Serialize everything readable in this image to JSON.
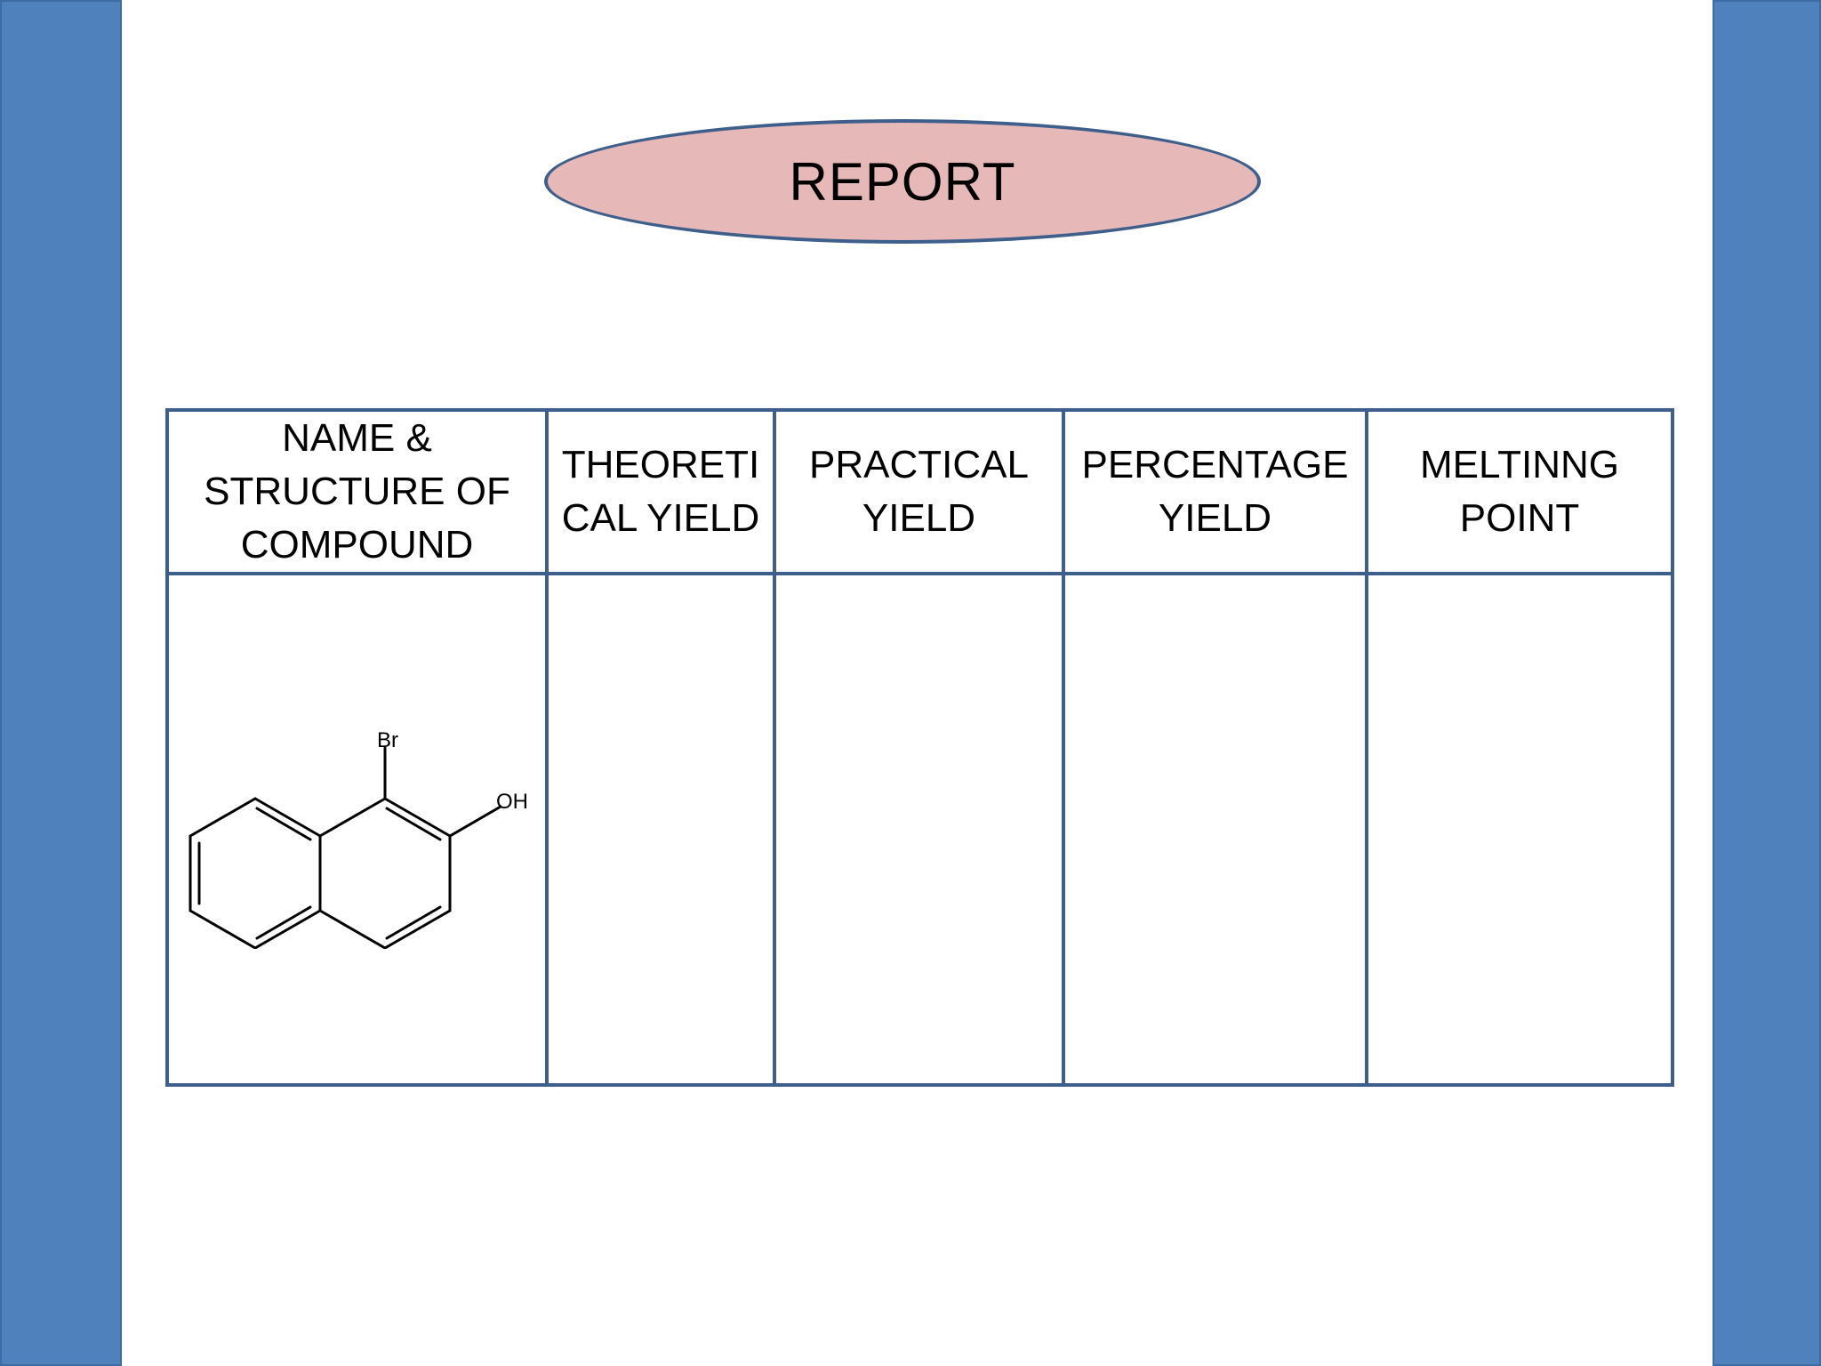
{
  "title": "REPORT",
  "table": {
    "headers": [
      "NAME & STRUCTURE OF COMPOUND",
      "THEORETI CAL YIELD",
      "PRACTICAL YIELD",
      "PERCENTAGE YIELD",
      "MELTINNG POINT"
    ],
    "rows": [
      [
        "",
        "",
        "",
        "",
        ""
      ]
    ]
  },
  "structure": {
    "compound_labels": [
      "Br",
      "OH"
    ]
  },
  "colors": {
    "side_bars": "#4f81bd",
    "oval_fill": "#e6b8b7",
    "border": "#3e5f8c"
  }
}
